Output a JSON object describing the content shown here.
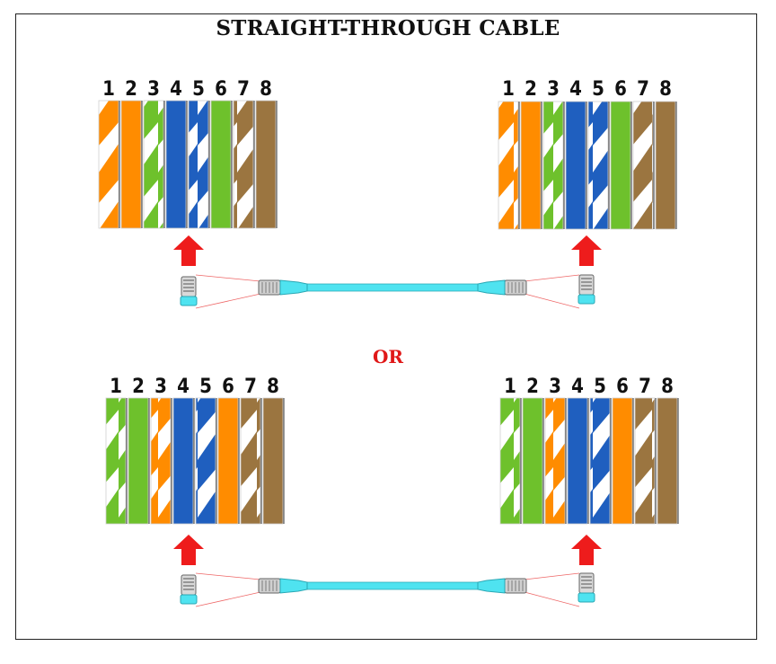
{
  "title": "STRAIGHT-THROUGH CABLE",
  "separator": "OR",
  "pin_numbers": [
    "1",
    "2",
    "3",
    "4",
    "5",
    "6",
    "7",
    "8"
  ],
  "colors": {
    "orange": "#ff8c00",
    "green": "#6ec12c",
    "blue": "#1f5fbf",
    "brown": "#9b7540",
    "cable": "#4fe3f0",
    "arrow": "#ee1c1c"
  },
  "diagrams": [
    {
      "name": "standard-a",
      "wires": [
        {
          "pin": 1,
          "color": "orange",
          "striped": true
        },
        {
          "pin": 2,
          "color": "orange",
          "striped": false
        },
        {
          "pin": 3,
          "color": "green",
          "striped": true
        },
        {
          "pin": 4,
          "color": "blue",
          "striped": false
        },
        {
          "pin": 5,
          "color": "blue",
          "striped": true
        },
        {
          "pin": 6,
          "color": "green",
          "striped": false
        },
        {
          "pin": 7,
          "color": "brown",
          "striped": true
        },
        {
          "pin": 8,
          "color": "brown",
          "striped": false
        }
      ]
    },
    {
      "name": "standard-b",
      "wires": [
        {
          "pin": 1,
          "color": "green",
          "striped": true
        },
        {
          "pin": 2,
          "color": "green",
          "striped": false
        },
        {
          "pin": 3,
          "color": "orange",
          "striped": true
        },
        {
          "pin": 4,
          "color": "blue",
          "striped": false
        },
        {
          "pin": 5,
          "color": "blue",
          "striped": true
        },
        {
          "pin": 6,
          "color": "orange",
          "striped": false
        },
        {
          "pin": 7,
          "color": "brown",
          "striped": true
        },
        {
          "pin": 8,
          "color": "brown",
          "striped": false
        }
      ]
    }
  ]
}
